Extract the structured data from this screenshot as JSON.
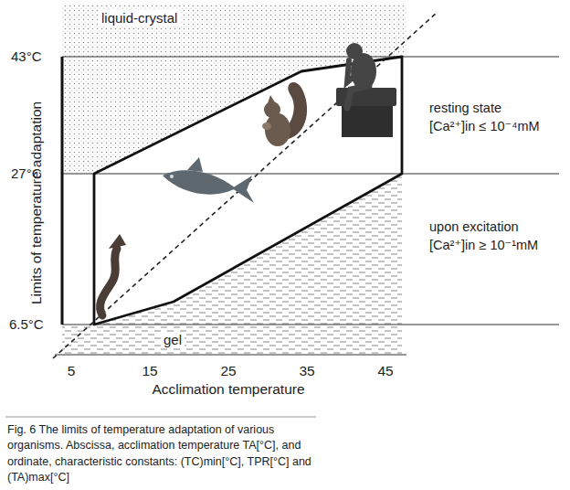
{
  "diagram": {
    "caption": "Fig. 6 The limits of temperature adaptation of various organisms. Abscissa, acclimation temperature TA[°C], and ordinate, characteristic constants: (TC)min[°C], TPR[°C] and (TA)max[°C]",
    "labels": [
      "liquid-crystal",
      "43°C",
      "27°C",
      "6.5°C",
      "Limits of temperature adaptation",
      "resting state",
      "[Ca²⁺]in ≤ 10⁻⁴mM",
      "upon excitation",
      "[Ca²⁺]in ≥ 10⁻¹mM",
      "gel",
      "5",
      "15",
      "25",
      "35",
      "45",
      "Acclimation temperature"
    ]
  }
}
